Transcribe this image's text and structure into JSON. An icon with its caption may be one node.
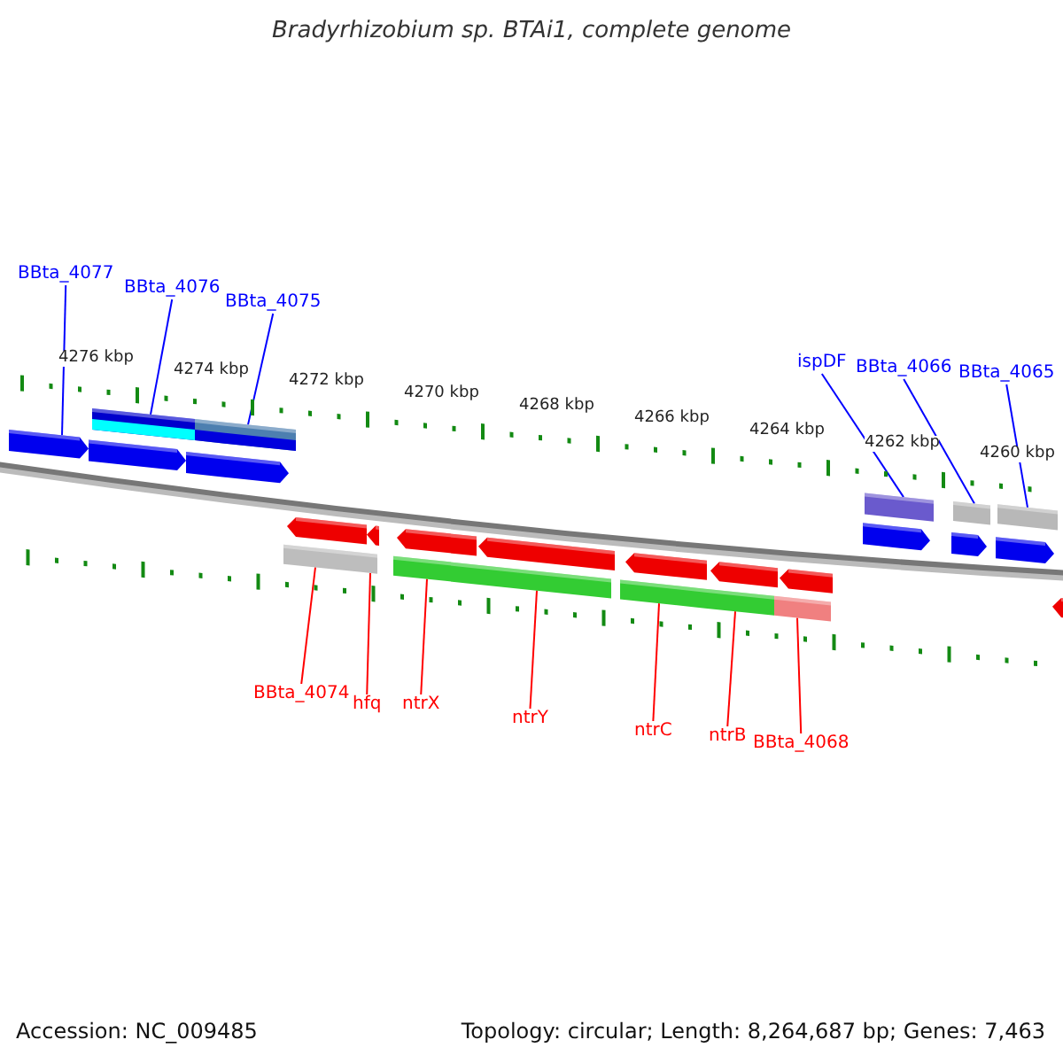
{
  "diagram": {
    "title": "Bradyrhizobium sp. BTAi1, complete genome",
    "nodes": [
      {
        "text": [
          "BBta_4077"
        ]
      },
      {
        "text": [
          "BBta_4076"
        ]
      },
      {
        "text": [
          "BBta_4075"
        ]
      },
      {
        "text": [
          "ispDF"
        ]
      },
      {
        "text": [
          "BBta_4066"
        ]
      },
      {
        "text": [
          "BBta_4065"
        ]
      },
      {
        "text": [
          "BBta_4074"
        ]
      },
      {
        "text": [
          "hfq"
        ]
      },
      {
        "text": [
          "ntrX"
        ]
      },
      {
        "text": [
          "ntrY"
        ]
      },
      {
        "text": [
          "ntrC"
        ]
      },
      {
        "text": [
          "ntrB"
        ]
      },
      {
        "text": [
          "BBta_4068"
        ]
      },
      {
        "text": [],
        "shape": "arrow"
      },
      {
        "text": [],
        "shape": "bar"
      },
      {
        "text": [],
        "shape": "bar"
      },
      {
        "text": [],
        "shape": "bar"
      },
      {
        "text": [],
        "shape": "bar"
      },
      {
        "text": [],
        "shape": "bar"
      },
      {
        "text": [],
        "shape": "bar"
      },
      {
        "text": [],
        "shape": "bar"
      },
      {
        "text": [],
        "shape": "bar"
      },
      {
        "text": [],
        "shape": "bar"
      },
      {
        "text": [],
        "shape": "bar"
      },
      {
        "text": [],
        "shape": "bar"
      },
      {
        "text": [],
        "shape": "bar"
      },
      {
        "text": [],
        "shape": "arrow"
      },
      {
        "text": [],
        "shape": "arrow"
      },
      {
        "text": [],
        "shape": "arrow"
      },
      {
        "text": [],
        "shape": "arrow"
      },
      {
        "text": [],
        "shape": "arrow"
      },
      {
        "text": [],
        "shape": "arrow"
      },
      {
        "text": [],
        "shape": "arrow"
      },
      {
        "text": [],
        "shape": "arrow"
      },
      {
        "text": [],
        "shape": "arrow"
      },
      {
        "text": [],
        "shape": "arrow"
      },
      {
        "text": [],
        "shape": "arrow"
      },
      {
        "text": [],
        "shape": "arrow"
      },
      {
        "text": [],
        "shape": "arrow"
      }
    ],
    "edges": [
      {
        "from": 0,
        "to": 13,
        "arrow": "none",
        "color": "#0000ff"
      },
      {
        "from": 1,
        "to": 14,
        "arrow": "none",
        "color": "#0000ff"
      },
      {
        "from": 2,
        "to": 15,
        "arrow": "none",
        "color": "#0000ff"
      },
      {
        "from": 3,
        "to": 16,
        "arrow": "none",
        "color": "#0000ff"
      },
      {
        "from": 4,
        "to": 17,
        "arrow": "none",
        "color": "#0000ff"
      },
      {
        "from": 5,
        "to": 18,
        "arrow": "none",
        "color": "#0000ff"
      },
      {
        "from": 6,
        "to": 19,
        "arrow": "none"
      },
      {
        "from": 7,
        "to": 20,
        "arrow": "none"
      },
      {
        "from": 8,
        "to": 21,
        "arrow": "none"
      },
      {
        "from": 9,
        "to": 22,
        "arrow": "none"
      },
      {
        "from": 10,
        "to": 23,
        "arrow": "none"
      },
      {
        "from": 11,
        "to": 24,
        "arrow": "none"
      },
      {
        "from": 12,
        "to": 25,
        "arrow": "none"
      }
    ],
    "labels": [
      "4276 kbp",
      "4274 kbp",
      "4272 kbp",
      "4270 kbp",
      "4268 kbp",
      "4266 kbp",
      "4264 kbp",
      "4262 kbp",
      "4260 kbp",
      "Accession: NC_009485",
      "Topology: circular; Length: 8,264,687 bp; Genes: 7,463"
    ]
  }
}
